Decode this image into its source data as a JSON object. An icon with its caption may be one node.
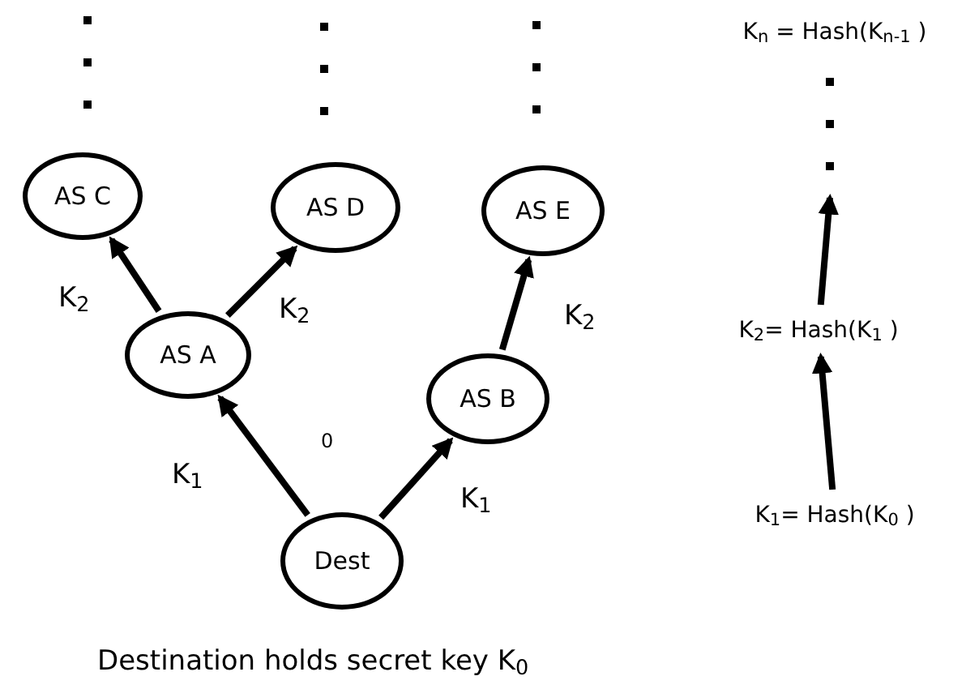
{
  "diagram": {
    "caption": "Destination holds secret key K$_{0}$",
    "nodes": [
      {
        "text": [
          "AS C"
        ]
      },
      {
        "text": [
          "AS D"
        ]
      },
      {
        "text": [
          "AS E"
        ]
      },
      {
        "text": [
          "AS A"
        ]
      },
      {
        "text": [
          "AS B"
        ]
      },
      {
        "text": [
          "Dest"
        ]
      },
      {
        "text": [
          "K$_{1}$= Hash(K$_{0}$ )"
        ]
      },
      {
        "text": [
          "K$_{2}$= Hash(K$_{1}$ )"
        ]
      },
      {
        "text": [
          "K$_{n}$ = Hash(K$_{n-1}$ )"
        ]
      }
    ],
    "edges": [
      {
        "from": 5,
        "to": 3,
        "arrow": "to",
        "label": "K$_{1}$"
      },
      {
        "from": 5,
        "to": 4,
        "arrow": "to",
        "label": "K$_{1}$"
      },
      {
        "from": 3,
        "to": 0,
        "arrow": "to",
        "label": "K$_{2}$"
      },
      {
        "from": 3,
        "to": 1,
        "arrow": "to",
        "label": "K$_{2}$"
      },
      {
        "from": 4,
        "to": 2,
        "arrow": "to",
        "label": "K$_{2}$"
      },
      {
        "from": 6,
        "to": 7,
        "arrow": "to"
      },
      {
        "from": 7,
        "to": null,
        "arrow": "to"
      }
    ],
    "labels": [
      "0"
    ]
  }
}
